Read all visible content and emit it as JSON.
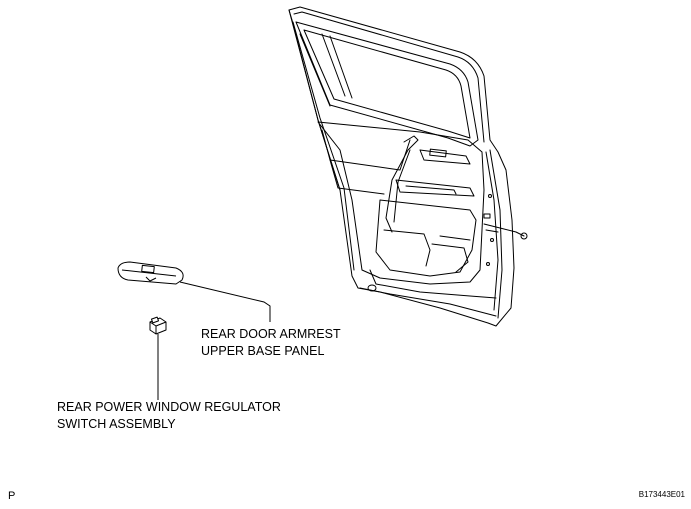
{
  "labels": {
    "armrest": [
      "REAR DOOR ARMREST",
      "UPPER BASE PANEL"
    ],
    "switch": [
      "REAR POWER WINDOW REGULATOR",
      "SWITCH ASSEMBLY"
    ]
  },
  "corner_code": "P",
  "figure_id": "B173443E01",
  "icons": {
    "door": "rear-door-trim-line-drawing",
    "armrest": "armrest-upper-base-panel-part",
    "switch": "power-window-switch-part"
  }
}
